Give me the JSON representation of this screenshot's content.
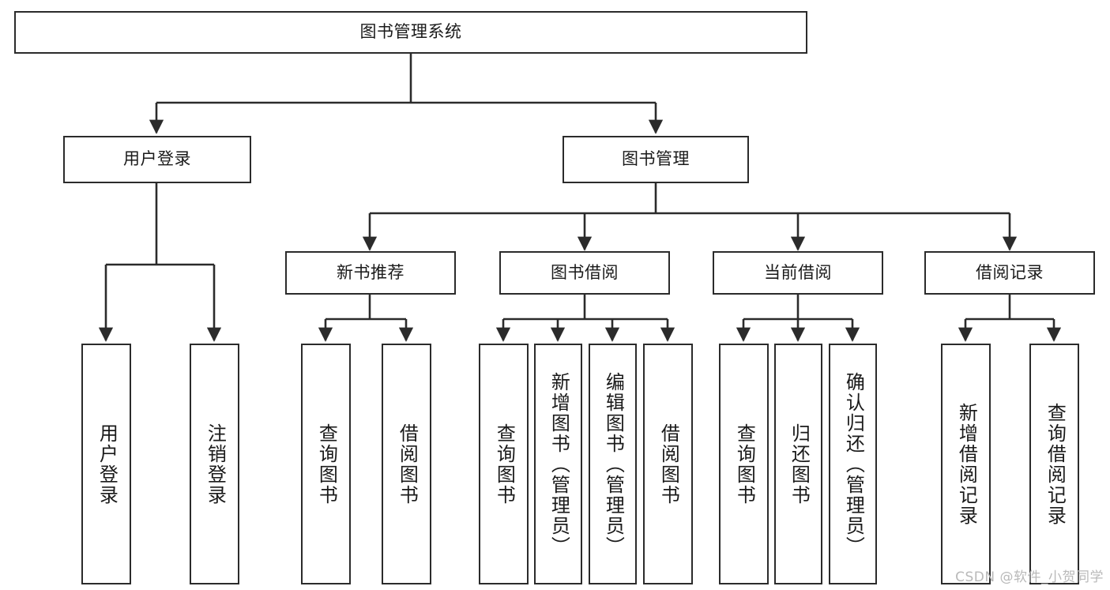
{
  "diagram": {
    "title": "图书管理系统",
    "type": "hierarchy-tree",
    "watermark": "CSDN @软件_小贺同学",
    "colors": {
      "background": "#ffffff",
      "stroke": "#2b2b2b",
      "text": "#1a1a1a",
      "watermark": "#b9b9b9"
    },
    "nodes": {
      "root": "图书管理系统",
      "level2": {
        "user_login": "用户登录",
        "book_manage": "图书管理"
      },
      "level3": {
        "new_book_rec": "新书推荐",
        "book_borrow": "图书借阅",
        "current_borrow": "当前借阅",
        "borrow_record": "借阅记录"
      },
      "leaves": {
        "user_login_children": [
          "用户登录",
          "注销登录"
        ],
        "new_book_rec_children": [
          "查询图书",
          "借阅图书"
        ],
        "book_borrow_children": [
          "查询图书",
          "新增图书（管理员）",
          "编辑图书（管理员）",
          "借阅图书"
        ],
        "current_borrow_children": [
          "查询图书",
          "归还图书",
          "确认归还（管理员）"
        ],
        "borrow_record_children": [
          "新增借阅记录",
          "查询借阅记录"
        ]
      }
    }
  }
}
